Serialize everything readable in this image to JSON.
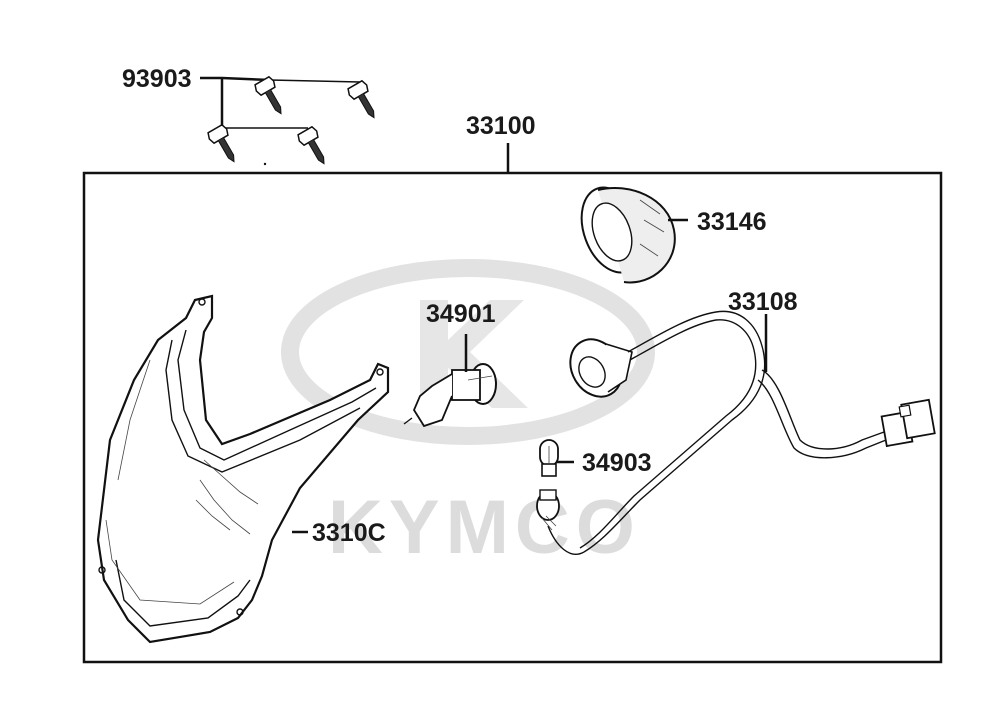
{
  "watermark": {
    "brand_text": "KYMCO"
  },
  "labels": {
    "screws": "93903",
    "assembly": "33100",
    "socket_cover": "33146",
    "bulb_main": "34901",
    "harness": "33108",
    "bulb_small": "34903",
    "lens": "3310C"
  },
  "colors": {
    "ink": "#111111",
    "watermark": "#dcdcdc",
    "background": "#ffffff"
  }
}
